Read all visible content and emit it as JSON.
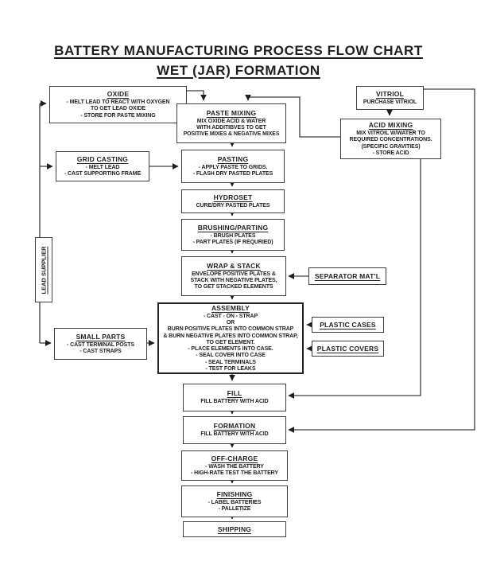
{
  "page": {
    "title_line1": "BATTERY MANUFACTURING PROCESS FLOW CHART",
    "title_line2": "WET (JAR) FORMATION"
  },
  "nodes": {
    "oxide": {
      "title": "OXIDE",
      "body": "- MELT LEAD TO REACT WITH OXYGEN\nTO GET LEAD OXIDE\n- STORE FOR PASTE MIXING"
    },
    "vitriol": {
      "title": "VITRIOL",
      "body": "PURCHASE VITRIOL"
    },
    "paste_mixing": {
      "title": "PASTE MIXING",
      "body": "MIX OXIDE ACID & WATER\nWITH ADDITIBVES TO GET\nPOSITIVE MIXES & NEGATIVE MIXES"
    },
    "acid_mixing": {
      "title": "ACID MIXING",
      "body": "MIX VITROIL W/WATER TO\nREQUIRED CONCENTRATIONS.\n(SPECIFIC GRAVITIES)\n- STORE ACID"
    },
    "grid_casting": {
      "title": "GRID CASTING",
      "body": "- MELT LEAD\n- CAST SUPPORTING FRAME"
    },
    "pasting": {
      "title": "PASTING",
      "body": "- APPLY PASTE TO GRIDS.\n- FLASH DRY PASTED PLATES"
    },
    "hydroset": {
      "title": "HYDROSET",
      "body": "CURE/DRY PASTED PLATES"
    },
    "brushing_parting": {
      "title": "BRUSHING/PARTING",
      "body": "- BRUSH PLATES\n- PART PLATES (IF REQURIED)"
    },
    "wrap_stack": {
      "title": "WRAP & STACK",
      "body": "ENVELOPE POSITIVE PLATES &\nSTACK WITH NEGATIVE PLATES,\nTO GET STACKED ELEMENTS"
    },
    "separator_matl": {
      "title": "SEPARATOR MAT'L",
      "body": ""
    },
    "assembly": {
      "title": "ASSEMBLY",
      "body": "- CAST - ON - STRAP\nOR\nBURN POSITIVE PLATES INTO COMMON STRAP\n& BURN NEGATIVE PLATES INTO COMMON STRAP,\nTO GET ELEMENT.\n- PLACE ELEMENTS INTO CASE.\n- SEAL COVER INTO CASE\n- SEAL TERMINALS\n- TEST FOR LEAKS"
    },
    "small_parts": {
      "title": "SMALL PARTS",
      "body": "- CAST TERMINAL POSTS\n- CAST STRAPS"
    },
    "plastic_cases": {
      "title": "PLASTIC CASES",
      "body": ""
    },
    "plastic_covers": {
      "title": "PLASTIC COVERS",
      "body": ""
    },
    "fill": {
      "title": "FILL",
      "body": "FILL BATTERY WITH ACID"
    },
    "formation": {
      "title": "FORMATION",
      "body": "FILL BATTERY WITH ACID"
    },
    "off_charge": {
      "title": "OFF-CHARGE",
      "body": "- WASH THE BATTERY\n- HIGH-RATE TEST THE BATTERY"
    },
    "finishing": {
      "title": "FINISHING",
      "body": "- LABEL BATTERIES\n- PALLETIZE"
    },
    "shipping": {
      "title": "SHIPPING",
      "body": ""
    },
    "lead_supplier": {
      "title": "LEAD SUPPLIER",
      "body": ""
    }
  },
  "edges": [
    {
      "from": "lead_supplier",
      "to": "oxide"
    },
    {
      "from": "lead_supplier",
      "to": "grid_casting"
    },
    {
      "from": "lead_supplier",
      "to": "small_parts"
    },
    {
      "from": "oxide",
      "to": "paste_mixing"
    },
    {
      "from": "vitriol",
      "to": "acid_mixing"
    },
    {
      "from": "acid_mixing",
      "to": "paste_mixing"
    },
    {
      "from": "paste_mixing",
      "to": "pasting"
    },
    {
      "from": "grid_casting",
      "to": "pasting"
    },
    {
      "from": "pasting",
      "to": "hydroset"
    },
    {
      "from": "hydroset",
      "to": "brushing_parting"
    },
    {
      "from": "brushing_parting",
      "to": "wrap_stack"
    },
    {
      "from": "separator_matl",
      "to": "wrap_stack"
    },
    {
      "from": "wrap_stack",
      "to": "assembly"
    },
    {
      "from": "small_parts",
      "to": "assembly"
    },
    {
      "from": "plastic_cases",
      "to": "assembly"
    },
    {
      "from": "plastic_covers",
      "to": "assembly"
    },
    {
      "from": "assembly",
      "to": "fill"
    },
    {
      "from": "acid_mixing",
      "to": "fill"
    },
    {
      "from": "vitriol",
      "to": "formation"
    },
    {
      "from": "fill",
      "to": "formation"
    },
    {
      "from": "formation",
      "to": "off_charge"
    },
    {
      "from": "off_charge",
      "to": "finishing"
    },
    {
      "from": "finishing",
      "to": "shipping"
    }
  ],
  "colors": {
    "line": "#3d3d3d",
    "text": "#1f1f1f",
    "background": "#ffffff"
  }
}
